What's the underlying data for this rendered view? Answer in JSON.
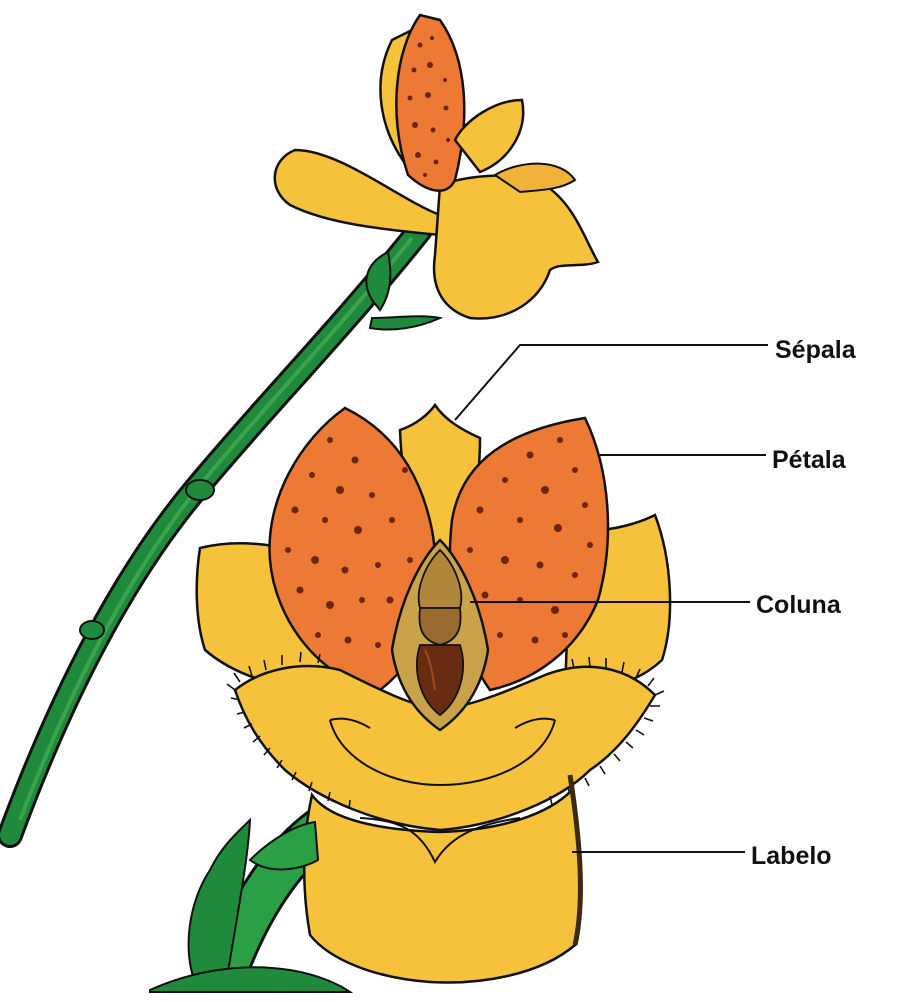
{
  "labels": {
    "sepala": "Sépala",
    "petala": "Pétala",
    "coluna": "Coluna",
    "labelo": "Labelo"
  },
  "colors": {
    "stem": "#1f8a3c",
    "stem_dark": "#0f5e27",
    "sepal_yellow": "#f6c23b",
    "petal_orange": "#ec7a35",
    "spots": "#6e2410",
    "column_brown": "#b88638",
    "column_dark": "#6a2c10",
    "outline": "#1a1a1a"
  }
}
